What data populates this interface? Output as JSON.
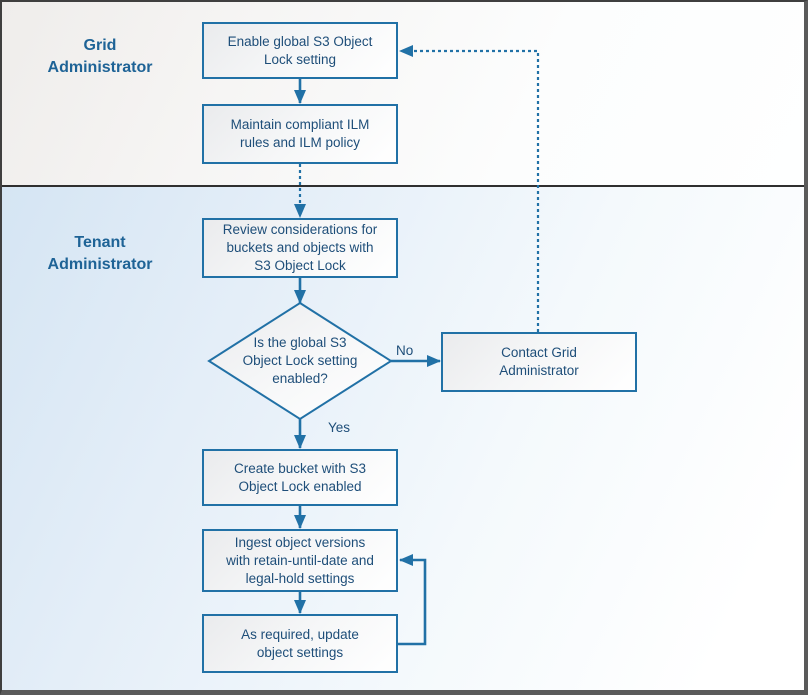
{
  "colors": {
    "accent_blue": "#2171a6",
    "node_text_blue": "#1e4e79",
    "lane_label_blue": "#1e6396",
    "frame_dark": "#3f3f3f"
  },
  "lanes": [
    {
      "label": "Grid\nAdministrator"
    },
    {
      "label": "Tenant\nAdministrator"
    }
  ],
  "nodes": {
    "enable": {
      "label": "Enable global S3 Object\nLock setting"
    },
    "maintain": {
      "label": "Maintain compliant ILM\nrules and ILM policy"
    },
    "review": {
      "label": "Review considerations for\nbuckets and objects with\nS3 Object Lock"
    },
    "decision": {
      "label": "Is the global S3\nObject Lock setting\nenabled?"
    },
    "contact": {
      "label": "Contact Grid\nAdministrator"
    },
    "create": {
      "label": "Create bucket with S3\nObject Lock enabled"
    },
    "ingest": {
      "label": "Ingest object versions\nwith retain-until-date and\nlegal-hold settings"
    },
    "update": {
      "label": "As required, update\nobject settings"
    }
  },
  "edges": {
    "no_label": "No",
    "yes_label": "Yes"
  }
}
